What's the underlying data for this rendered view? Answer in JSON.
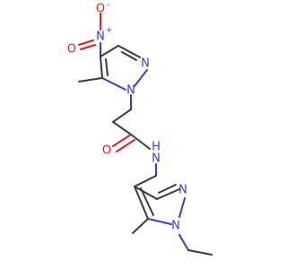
{
  "molecule": {
    "atoms": {
      "o_nitro_top": "O",
      "n_nitro": "N",
      "o_nitro_left": "O",
      "n_pyr1_n2": "N",
      "n_pyr1_n1": "N",
      "o_amide": "O",
      "n_amide": "N",
      "h_amide": "H",
      "n_pyr2_n2": "N",
      "n_pyr2_n1": "N"
    },
    "charges": {
      "nitro_n": "+",
      "nitro_o": "-"
    },
    "colors": {
      "carbon_bond": "#3a3a3a",
      "nitrogen": "#3b3bd6",
      "oxygen": "#e02020"
    }
  }
}
